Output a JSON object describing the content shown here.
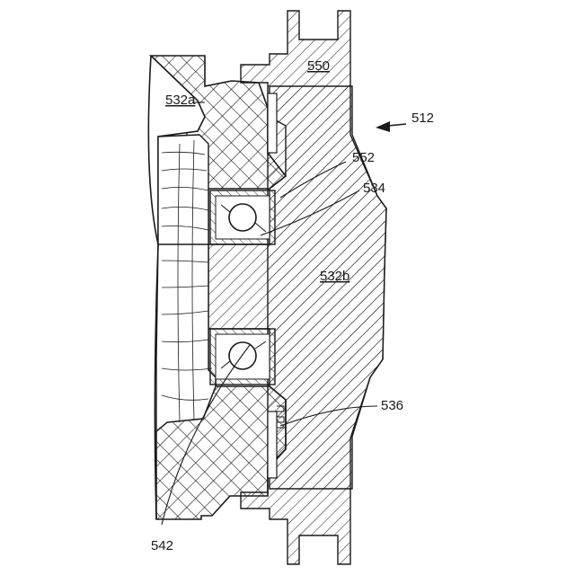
{
  "figure": {
    "labels": {
      "assembly": "512",
      "housing_top": "550",
      "rotor_outer": "532a",
      "hub": "532b",
      "seal_upper": "552",
      "bearing_upper": "534",
      "seal_lower": "536",
      "bearing_lower": "542"
    }
  },
  "colors": {
    "ink": "#1a1a1a",
    "paper": "#ffffff"
  }
}
